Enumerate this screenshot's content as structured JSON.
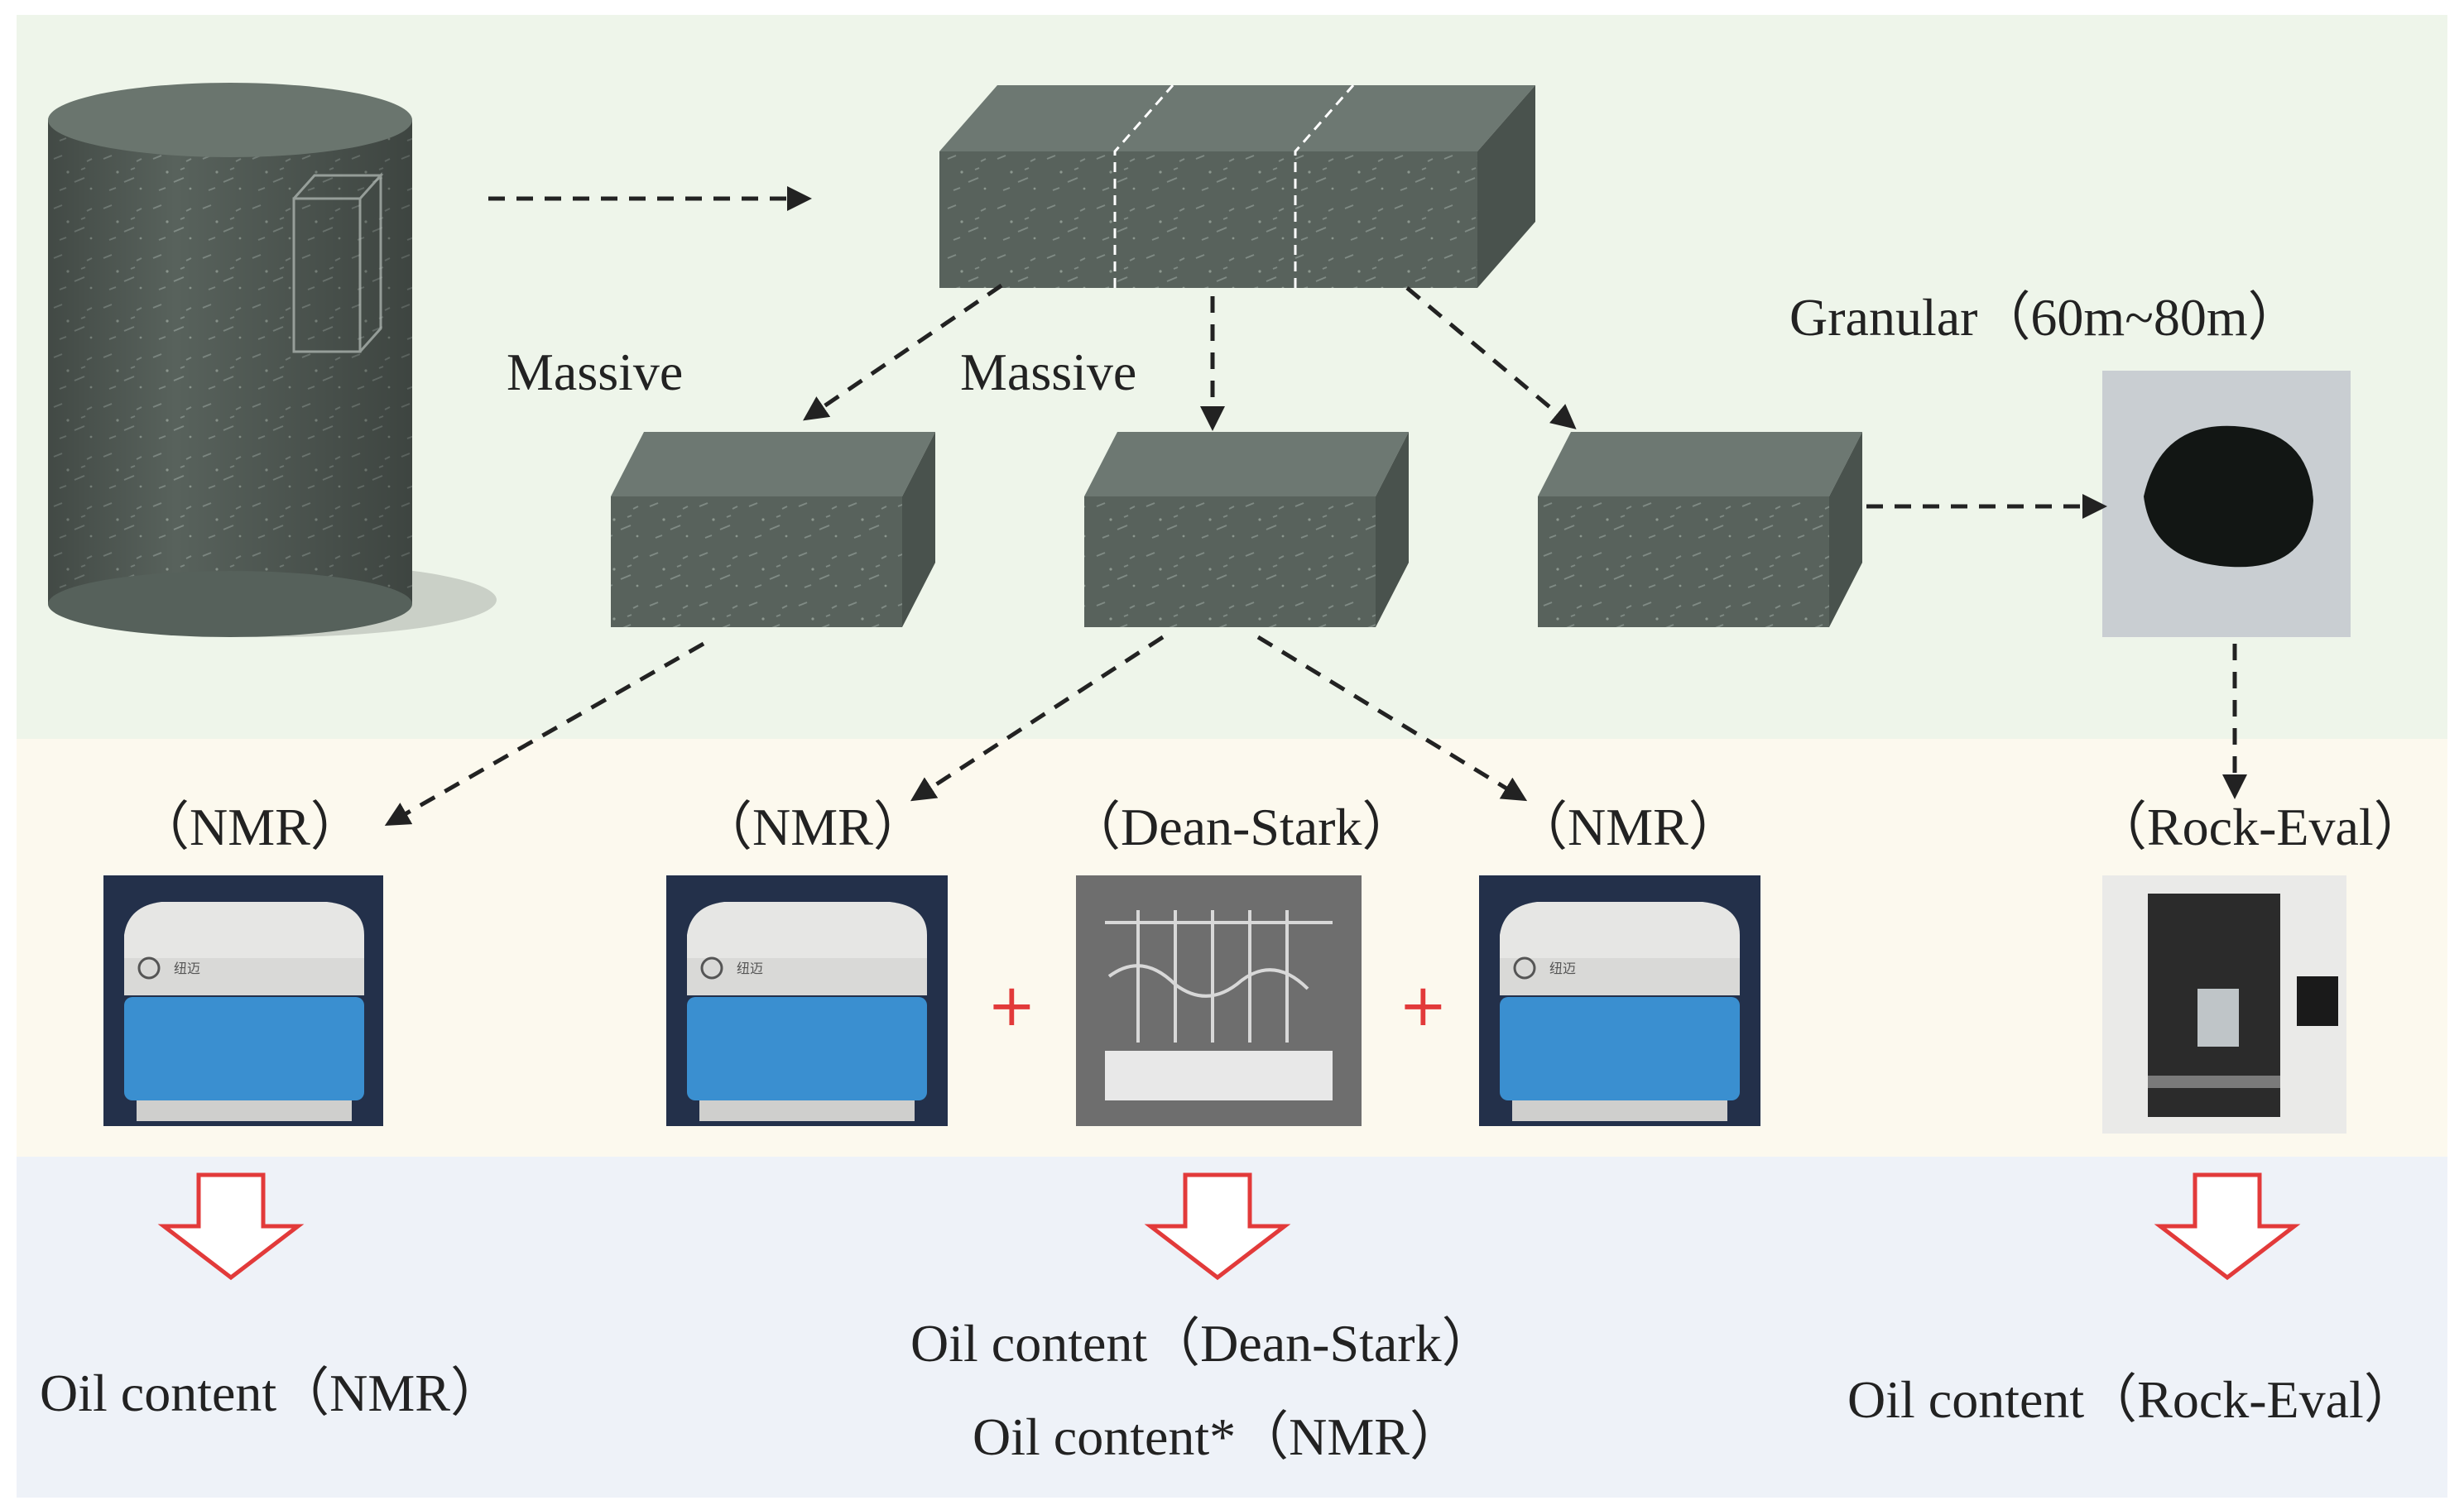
{
  "labels": {
    "massive_left": "Massive",
    "massive_center": "Massive",
    "granular": "Granular（60m~80m）",
    "nmr_1": "（NMR）",
    "nmr_2": "（NMR）",
    "dean_stark": "（Dean-Stark）",
    "nmr_3": "（NMR）",
    "rock_eval": "（Rock-Eval）",
    "plus_1": "+",
    "plus_2": "+"
  },
  "results": {
    "nmr": "Oil content（NMR）",
    "dean_stark": "Oil content（Dean-Stark）",
    "nmr_star": "Oil content*（NMR）",
    "rock_eval": "Oil content（Rock-Eval）"
  },
  "instrument_labels": {
    "nmr_logo_text": "纽迈"
  },
  "colors": {
    "band_top": "#eef5ea",
    "band_middle": "#fcf9ee",
    "band_bottom": "#eef2f8",
    "rock": "#56615b",
    "arrow_dashed": "#222222",
    "arrow_outline_red": "#e23a3a",
    "instrument_blue": "#3a8fd0"
  }
}
